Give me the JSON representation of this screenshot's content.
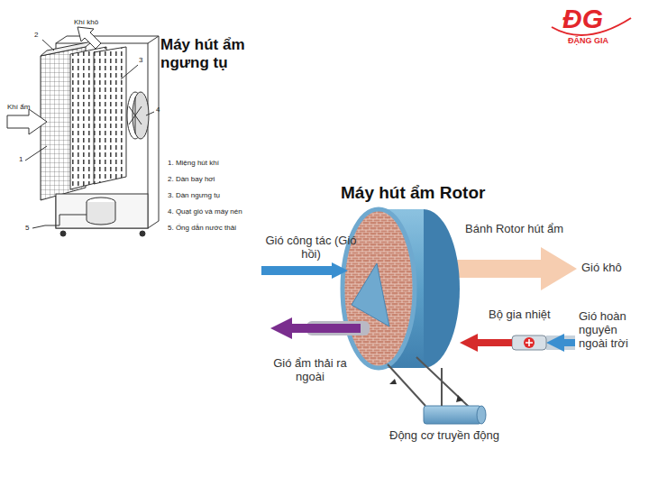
{
  "diagram": {
    "nodes": [
      {
        "text": [
          "Bánh Rotor hút ẩm"
        ]
      },
      {
        "text": [
          "Bộ gia nhiệt"
        ]
      },
      {
        "text": [
          "Động cơ truyền động"
        ]
      }
    ],
    "edges": [
      {
        "from": 2,
        "to": 0,
        "arrow": "none"
      },
      {
        "from": 1,
        "to": 0,
        "arrow": "to"
      }
    ],
    "labels": [
      "Máy hút ẩm ngưng tụ",
      "Khí khô",
      "Khí ẩm",
      "1",
      "2",
      "3",
      "4",
      "5",
      "1. Miệng hút khí",
      "2. Dàn bay hơi",
      "3. Dàn ngưng tụ",
      "4. Quạt gió và máy nén",
      "5. Ống dẫn nước thải",
      "Máy hút ẩm Rotor",
      "Gió công tác (Gió hồi)",
      "Gió khô",
      "Gió hoàn nguyên ngoài trời",
      "Gió ẩm thải ra ngoài",
      "ĐG",
      "ĐẶNG GIA"
    ]
  }
}
